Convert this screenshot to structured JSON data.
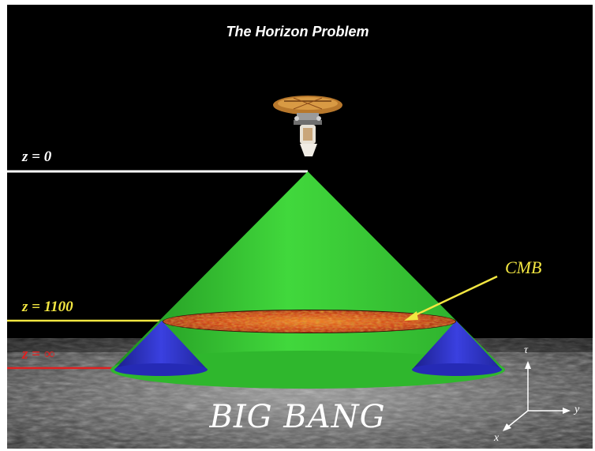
{
  "title": "The Horizon Problem",
  "labels": {
    "z0": "z = 0",
    "z1100": "z = 1100",
    "zinf": "z = ∞",
    "cmb": "CMB",
    "big_bang": "BIG BANG"
  },
  "axes": {
    "tau": "τ",
    "x": "x",
    "y": "y"
  },
  "colors": {
    "background": "#000000",
    "z0_line": "#ffffff",
    "z1100_line": "#f2e641",
    "zinf_line": "#e02020",
    "light_cone": "#3ed13a",
    "small_cones": "#2a30c8",
    "cmb_ring": "#d23a10",
    "cmb_label": "#f2e641"
  },
  "icons": {
    "satellite": "satellite-icon"
  }
}
